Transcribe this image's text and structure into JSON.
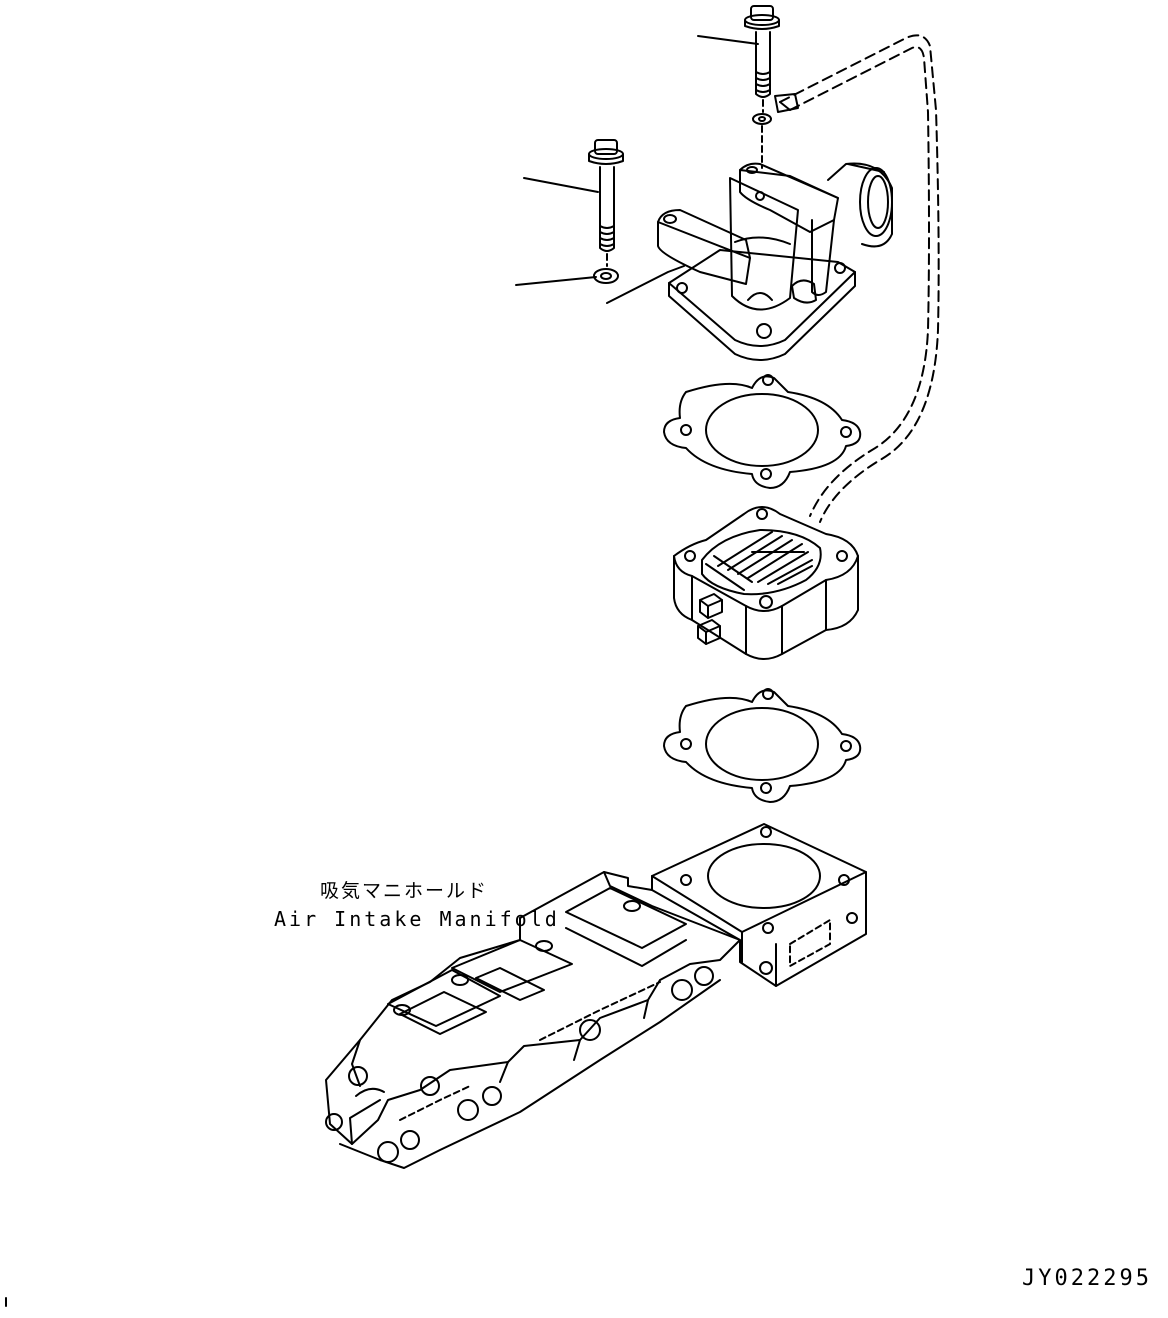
{
  "labels": {
    "part_name_jp": "吸気マニホールド",
    "part_name_en": "Air Intake Manifold",
    "drawing_code": "JY022295"
  }
}
